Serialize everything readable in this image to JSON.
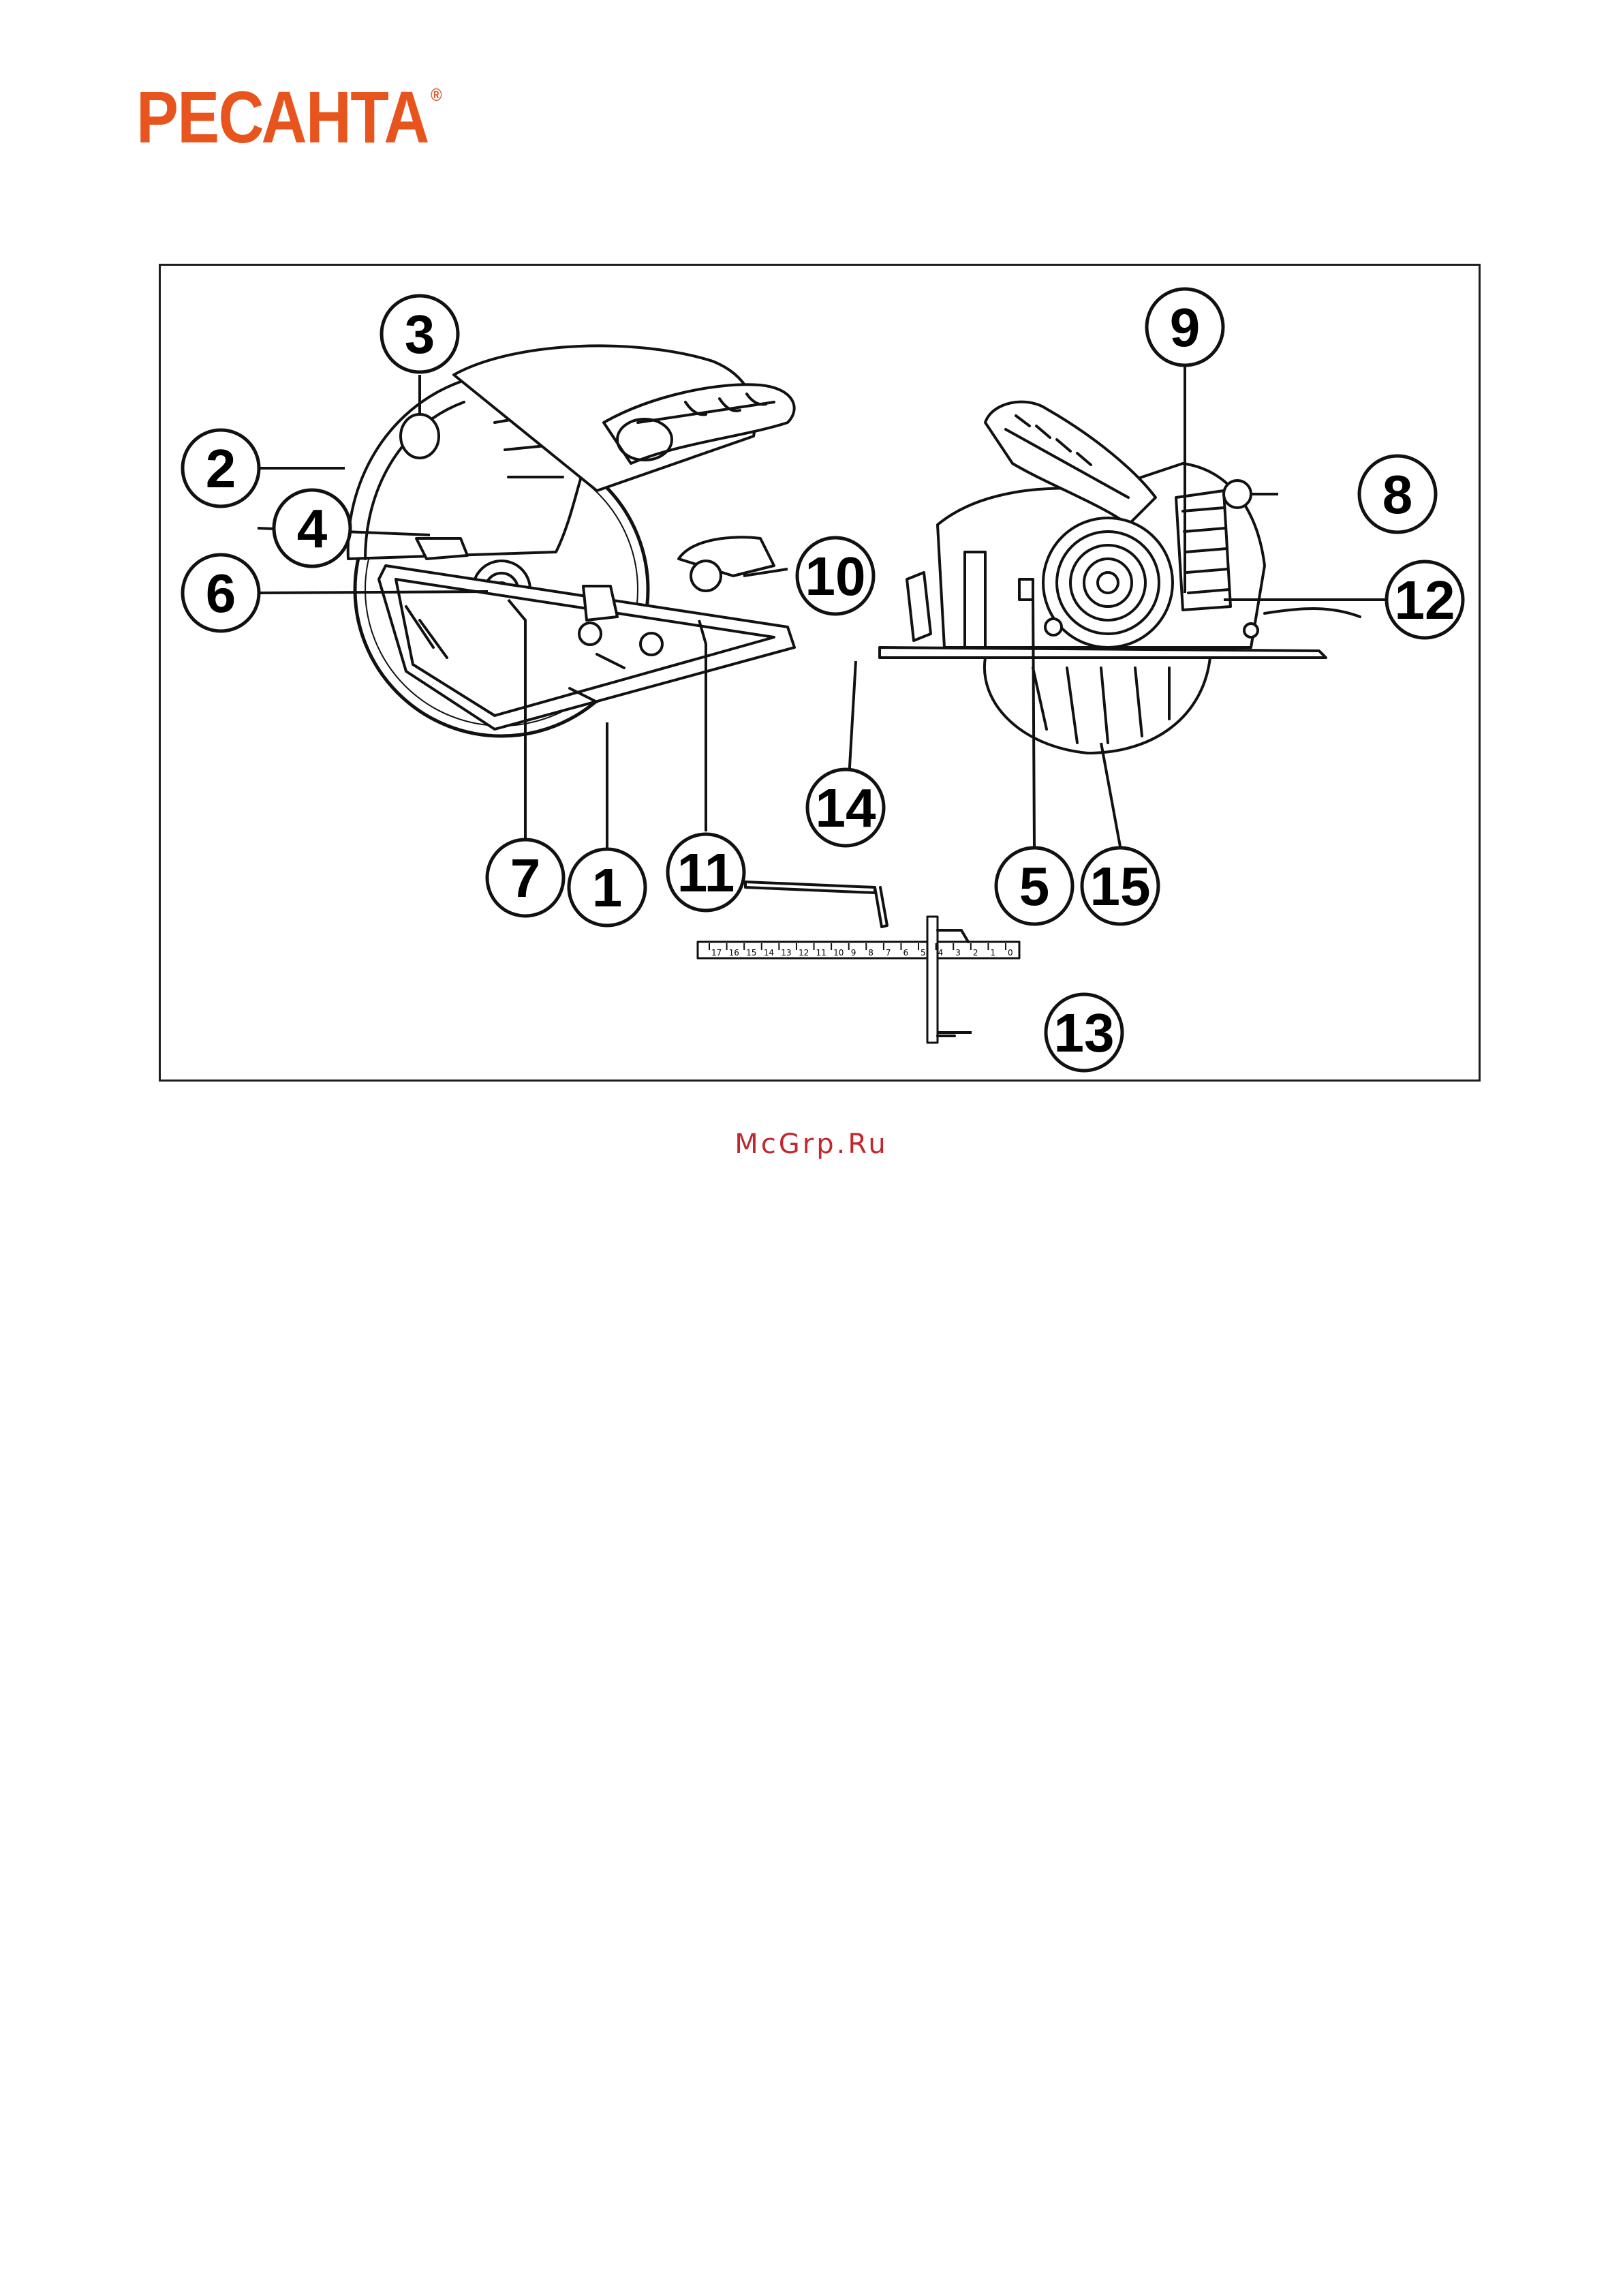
{
  "brand": {
    "logo_text": "РЕСАНТА",
    "registered_mark": "®",
    "logo_color": "#e8541e"
  },
  "figure": {
    "callouts": [
      "1",
      "2",
      "3",
      "4",
      "5",
      "6",
      "7",
      "8",
      "9",
      "10",
      "11",
      "12",
      "13",
      "14",
      "15"
    ],
    "ruler_marks": [
      "17",
      "16",
      "15",
      "14",
      "13",
      "12",
      "11",
      "10",
      "9",
      "8",
      "7",
      "6",
      "5",
      "4",
      "3",
      "2",
      "1",
      "0"
    ]
  },
  "watermark": {
    "text": "McGrp.Ru",
    "color": "#c0282d"
  }
}
